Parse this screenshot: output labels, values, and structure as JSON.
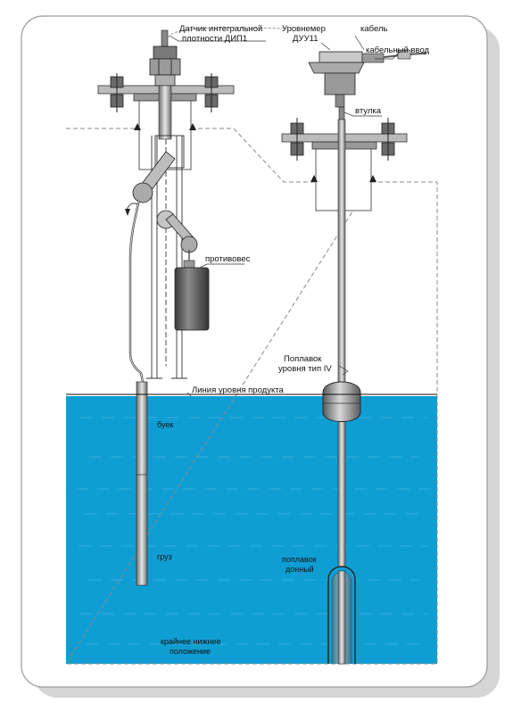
{
  "labels": {
    "sensor_line1": "Датчик интегральной",
    "sensor_line2": "плотности ДИП1",
    "level_line1": "Уровнемер",
    "level_line2": "ДУУ11",
    "cable": "кабель",
    "cable_entry": "кабельный ввод",
    "bushing": "втулка",
    "counterweight": "противовес",
    "float_line1": "Поплавок",
    "float_line2": "уровня тип IV",
    "product_level_line": "Линия уровня продукта",
    "buoy": "буек",
    "weight": "груз",
    "bottom_float_line1": "поплавок",
    "bottom_float_line2": "донный",
    "lowest_line1": "крайнее нижнее",
    "lowest_line2": "положение"
  },
  "colors": {
    "liquid": "#0f9ed3",
    "liquid_dark": "#0b86b5",
    "metal": "#9a9a9a",
    "metal_dark": "#4a4a4a",
    "counterweight": "#555555",
    "tank_outline": "#8a8a8a",
    "card_shadow": "#d9d9d9"
  }
}
